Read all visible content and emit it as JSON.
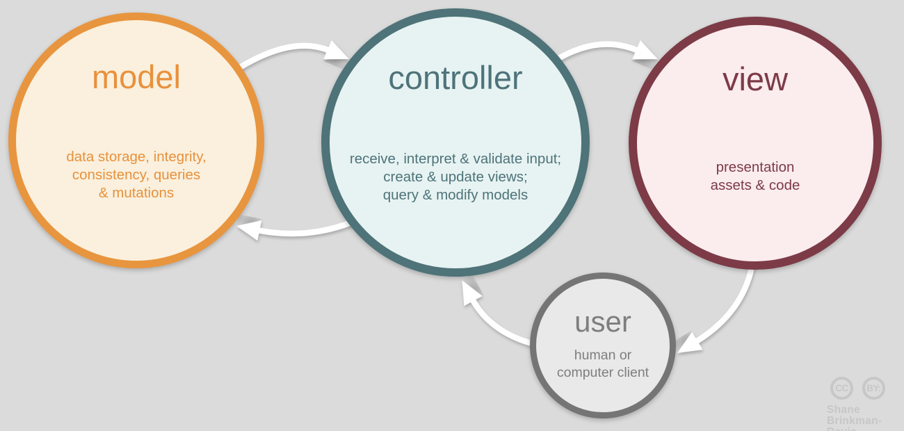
{
  "background_color": "#dbdbdb",
  "arrow_color": "#ffffff",
  "nodes": {
    "model": {
      "title": "model",
      "description": "data storage, integrity,\nconsistency, queries\n& mutations",
      "border_color": "#e8953f",
      "fill_color": "#faf0dd",
      "text_color": "#e8913c"
    },
    "controller": {
      "title": "controller",
      "description": "receive, interpret & validate input;\ncreate & update views;\nquery & modify models",
      "border_color": "#4e7378",
      "fill_color": "#e7f3f2",
      "text_color": "#4e737a"
    },
    "view": {
      "title": "view",
      "description": "presentation\nassets & code",
      "border_color": "#7c3b47",
      "fill_color": "#fbecee",
      "text_color": "#7c3b47"
    },
    "user": {
      "title": "user",
      "description": "human or\ncomputer client",
      "border_color": "#757575",
      "fill_color": "#e9e9e9",
      "text_color": "#7e7e7e"
    }
  },
  "arrows": [
    {
      "from": "model",
      "to": "controller"
    },
    {
      "from": "controller",
      "to": "view"
    },
    {
      "from": "controller",
      "to": "model"
    },
    {
      "from": "view",
      "to": "user"
    },
    {
      "from": "user",
      "to": "controller"
    }
  ],
  "attribution": {
    "badge_cc": "CC",
    "badge_by": "BY:",
    "author": "Shane\nBrinkman-Davis",
    "color": "#c7c7c8"
  }
}
